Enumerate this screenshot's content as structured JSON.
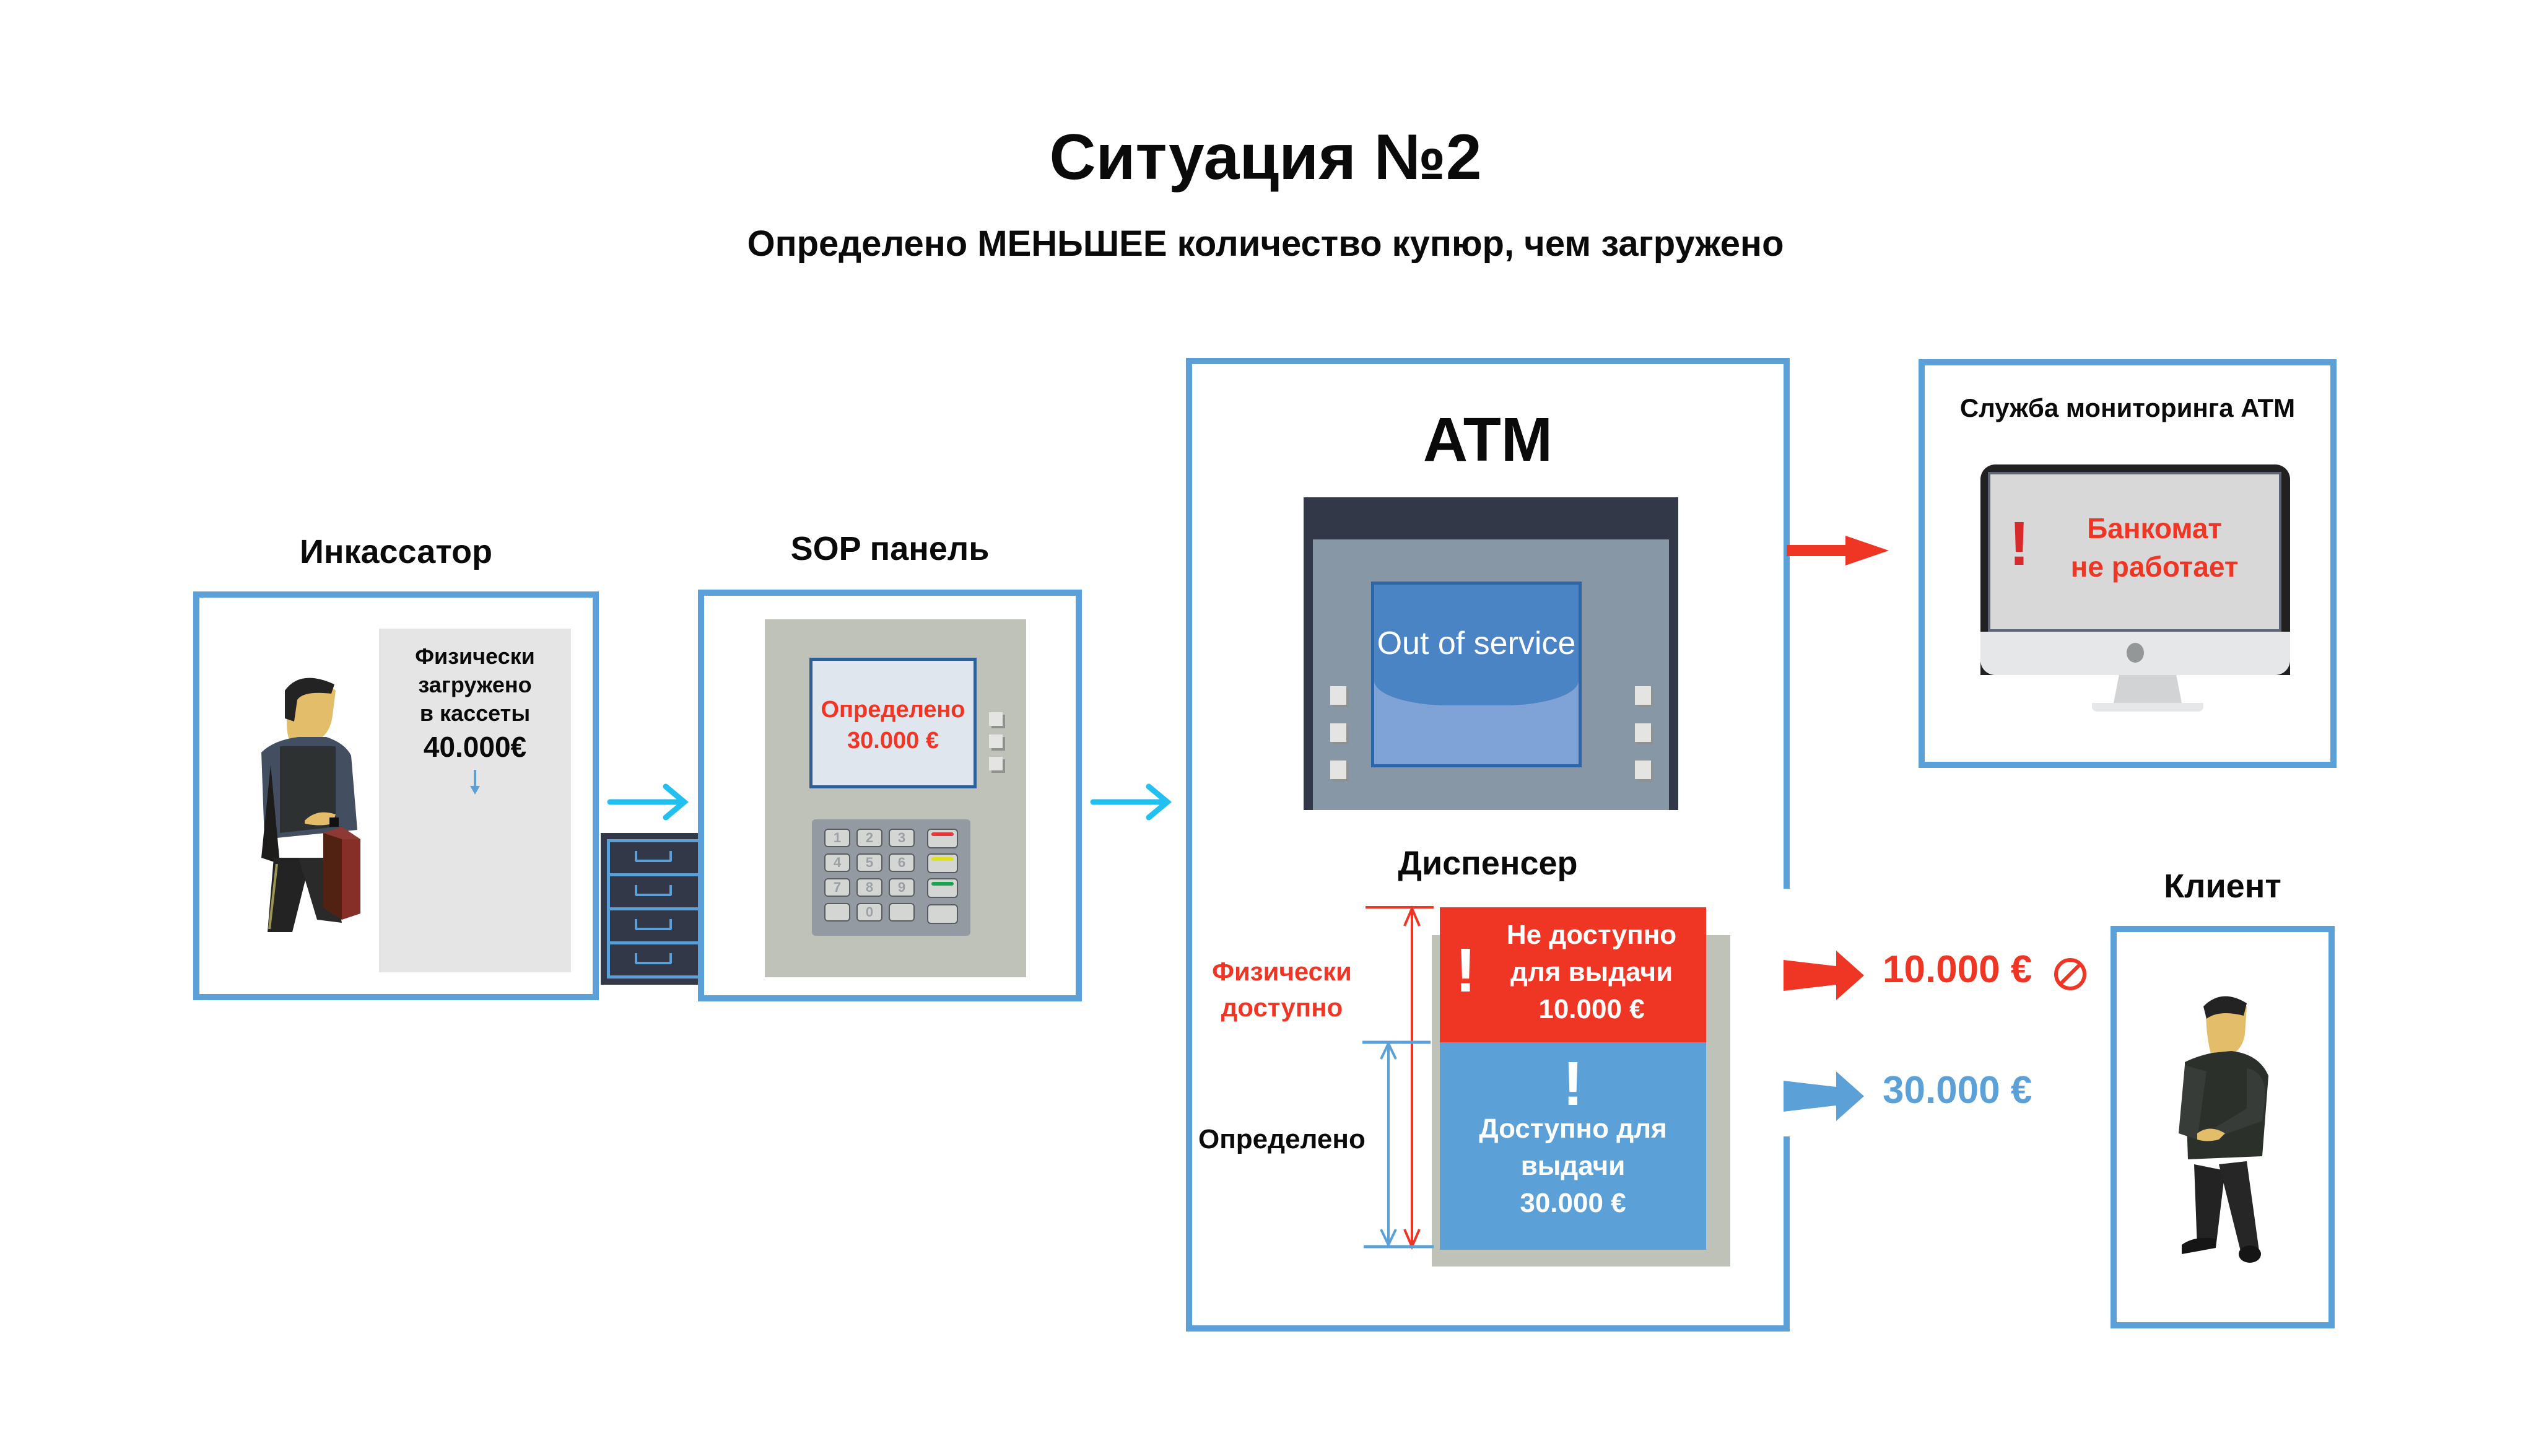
{
  "header": {
    "title": "Ситуация №2",
    "subtitle": "Определено МЕНЬШЕЕ количество купюр, чем загружено"
  },
  "collector": {
    "label": "Инкассатор",
    "panel_lines": [
      "Физически",
      "загружено",
      "в кассеты"
    ],
    "amount": "40.000€",
    "icons": [
      "security-guard-figure",
      "briefcase-icon",
      "cassette-cabinet-icon"
    ]
  },
  "sop_panel": {
    "label": "SOP панель",
    "screen_line1": "Определено",
    "screen_line2": "30.000 €",
    "keys": [
      "1",
      "2",
      "3",
      "4",
      "5",
      "6",
      "7",
      "8",
      "9",
      "",
      "0",
      ""
    ],
    "function_key_colors": [
      "#e03a3e",
      "#dfe01f",
      "#1ca351",
      ""
    ]
  },
  "atm": {
    "label": "ATM",
    "screen_text": "Out of service",
    "dispenser_label": "Диспенсер",
    "physically_available_label_line1": "Физически",
    "physically_available_label_line2": "доступно",
    "detected_label": "Определено",
    "unavailable_block": {
      "line1": "Не доступно",
      "line2": "для выдачи",
      "amount": "10.000 €"
    },
    "available_block": {
      "line1": "Доступно для",
      "line2": "выдачи",
      "amount": "30.000 €"
    }
  },
  "monitoring": {
    "label": "Служба мониторинга ATM",
    "alert_line1": "Банкомат",
    "alert_line2": "не работает",
    "alert_mark": "!"
  },
  "client": {
    "label": "Клиент",
    "blocked_amount": "10.000 €",
    "dispensed_amount": "30.000 €",
    "blocked_icon": "prohibited-icon"
  },
  "colors": {
    "frame_blue": "#5ba1d8",
    "flow_arrow_cyan": "#22c0f0",
    "alert_red": "#ef3624",
    "available_blue": "#5ba1d8",
    "atm_dark": "#323848"
  }
}
